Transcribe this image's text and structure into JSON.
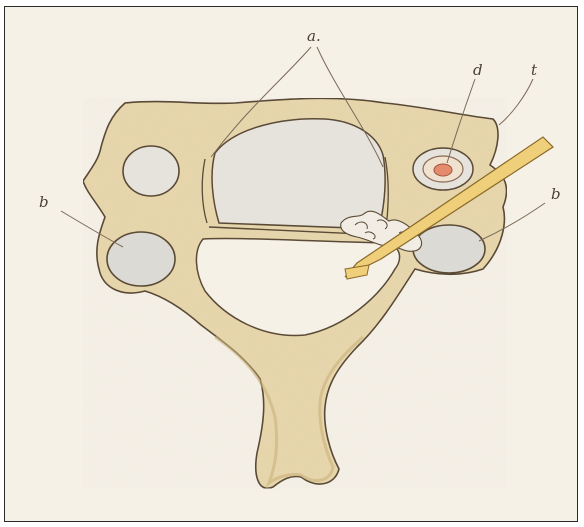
{
  "figure": {
    "labels": {
      "a": "a.",
      "d": "d",
      "t": "t",
      "b_left": "b",
      "b_right": "b"
    }
  },
  "colors": {
    "background": "#f6f1e7",
    "bone": "#e8d7ad",
    "bone_shadow": "#c9b07a",
    "foramen": "#dcdad4",
    "outline": "#5a4a36",
    "probe": "#f0cf7a",
    "vessel": "#e58b6d"
  }
}
